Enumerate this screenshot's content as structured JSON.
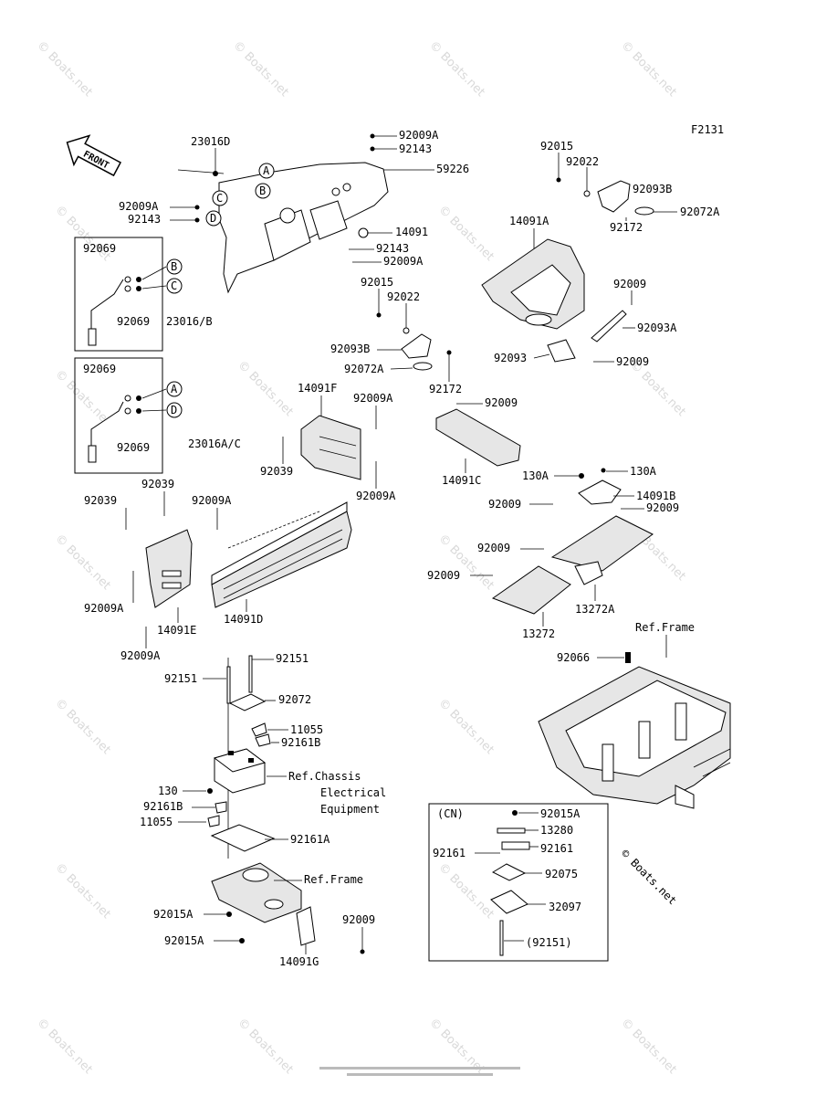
{
  "diagram_code": "F2131",
  "front_arrow_label": "FRONT",
  "callouts": [
    "A",
    "B",
    "C",
    "D"
  ],
  "labels": {
    "p23016D": "23016D",
    "p92009A_top": "92009A",
    "p92143_top": "92143",
    "p59226": "59226",
    "p92009A_l1": "92009A",
    "p92143_l1": "92143",
    "p14091": "14091",
    "p92143_m": "92143",
    "p92009A_m": "92009A",
    "p92015_r": "92015",
    "p92022_r": "92022",
    "p92093B_r": "92093B",
    "p92072A_r": "92072A",
    "p14091A": "14091A",
    "p92172_r": "92172",
    "p92009_r1": "92009",
    "p92093A": "92093A",
    "p92093": "92093",
    "p92009_r2": "92009",
    "p92015_c": "92015",
    "p92022_c": "92022",
    "p92093B_c": "92093B",
    "p92072A_c": "92072A",
    "p92172_c": "92172",
    "p92009_c": "92009",
    "p14091C": "14091C",
    "p92069_b1": "92069",
    "p92069_b2": "92069",
    "p23016B": "23016/B",
    "p92069_b3": "92069",
    "p92069_b4": "92069",
    "p23016AC": "23016A/C",
    "p14091F": "14091F",
    "p92009A_f": "92009A",
    "p92039_f": "92039",
    "p92009A_f2": "92009A",
    "p92039_e1": "92039",
    "p92039_e2": "92039",
    "p92009A_e1": "92009A",
    "p92009A_e2": "92009A",
    "p14091E": "14091E",
    "p14091D": "14091D",
    "p92009A_e3": "92009A",
    "p130A_1": "130A",
    "p130A_2": "130A",
    "p14091B": "14091B",
    "p92009_g1": "92009",
    "p92009_g2": "92009",
    "p92009_g3": "92009",
    "p92009_g4": "92009",
    "p13272A": "13272A",
    "p13272": "13272",
    "ref_frame_1": "Ref.Frame",
    "p92066": "92066",
    "p92151_a": "92151",
    "p92151_b": "92151",
    "p92072": "92072",
    "p11055_a": "11055",
    "p92161B_a": "92161B",
    "ref_chassis_1": "Ref.Chassis",
    "ref_chassis_2": "Electrical",
    "ref_chassis_3": "Equipment",
    "p130": "130",
    "p92161B_b": "92161B",
    "p11055_b": "11055",
    "p92161A": "92161A",
    "ref_frame_2": "Ref.Frame",
    "p92015A_a": "92015A",
    "p92009_h": "92009",
    "p92015A_b": "92015A",
    "p14091G": "14091G",
    "cn_title": "(CN)",
    "cn_92015A": "92015A",
    "cn_13280": "13280",
    "cn_92161_l": "92161",
    "cn_92161_r": "92161",
    "cn_92075": "92075",
    "cn_32097": "32097",
    "cn_92151": "(92151)"
  },
  "watermark": "© Boats.net",
  "copyright_text": "© Boats.net"
}
